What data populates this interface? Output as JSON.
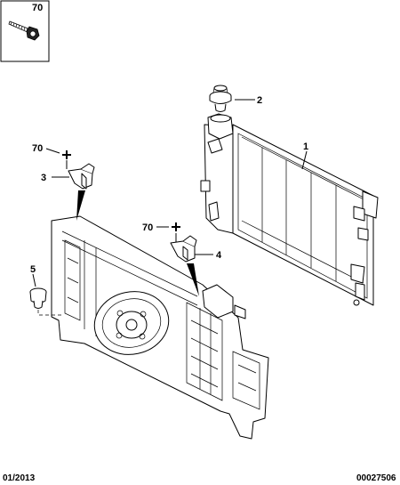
{
  "inset": {
    "part_number": "70"
  },
  "callouts": [
    {
      "id": "radiator",
      "label": "1"
    },
    {
      "id": "filler-cap",
      "label": "2"
    },
    {
      "id": "bracket-left",
      "label": "3"
    },
    {
      "id": "bracket-right",
      "label": "4"
    },
    {
      "id": "rubber-mount",
      "label": "5"
    },
    {
      "id": "screw-left",
      "label": "70"
    },
    {
      "id": "screw-right",
      "label": "70"
    }
  ],
  "footer": {
    "date": "01/2013",
    "reference": "00027506"
  }
}
